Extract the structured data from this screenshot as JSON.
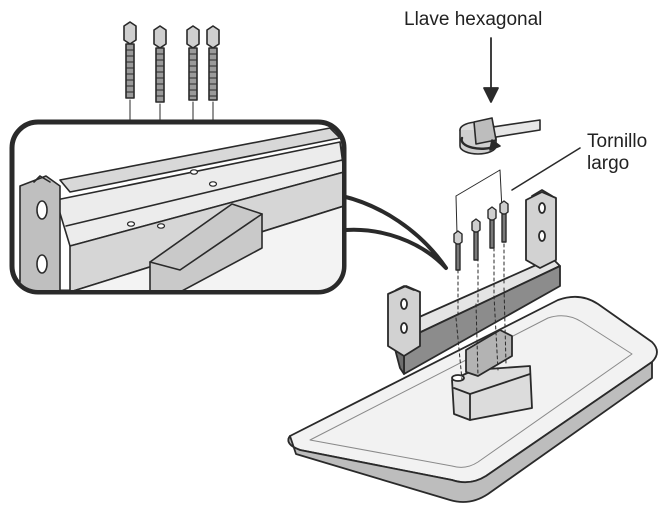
{
  "labels": {
    "hex_key": "Llave hexagonal",
    "long_screw_line1": "Tornillo",
    "long_screw_line2": "largo"
  },
  "colors": {
    "outline": "#2a2a2a",
    "fill_light": "#e9e9e9",
    "fill_mid": "#bdbdbd",
    "fill_dark": "#7a7a7a",
    "background": "#ffffff"
  },
  "parts": {
    "screws_count": 4
  }
}
